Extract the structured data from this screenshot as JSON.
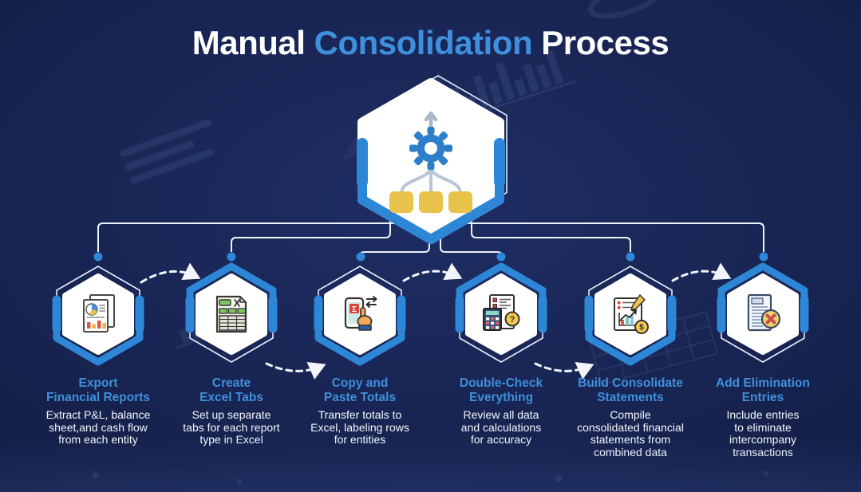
{
  "title": {
    "pre": "Manual ",
    "highlight": "Consolidation",
    "post": " Process"
  },
  "colors": {
    "background": "#182452",
    "accent_blue": "#2d87d8",
    "title_highlight": "#3f90dc",
    "step_title_blue": "#3f90dc",
    "description_white": "#f4f7fd",
    "icon_yellow": "#e8c24b"
  },
  "center": {
    "icon": "consolidation-flow-icon"
  },
  "icon_glyphs": {
    "excel_x": "X",
    "sum": "Σ",
    "question": "?",
    "dollar": "$"
  },
  "steps": [
    {
      "icon": "financial-report-icon",
      "title": "Export\nFinancial Reports",
      "description": "Extract P&L, balance\nsheet,and cash flow\nfrom each entity"
    },
    {
      "icon": "excel-tabs-icon",
      "title": "Create\nExcel Tabs",
      "description": "Set up separate\ntabs for each report\ntype in Excel"
    },
    {
      "icon": "copy-paste-icon",
      "title": "Copy and\nPaste Totals",
      "description": "Transfer totals to\nExcel, labeling rows\nfor entities"
    },
    {
      "icon": "double-check-icon",
      "title": "Double-Check\nEverything",
      "description": "Review all data\nand calculations\nfor accuracy"
    },
    {
      "icon": "build-statements-icon",
      "title": "Build Consolidate\nStatements",
      "description": "Compile\nconsolidated financial\nstatements from\ncombined data"
    },
    {
      "icon": "elimination-entries-icon",
      "title": "Add Elimination\nEntries",
      "description": "Include entries\nto eliminate\nintercompany\ntransactions"
    }
  ]
}
